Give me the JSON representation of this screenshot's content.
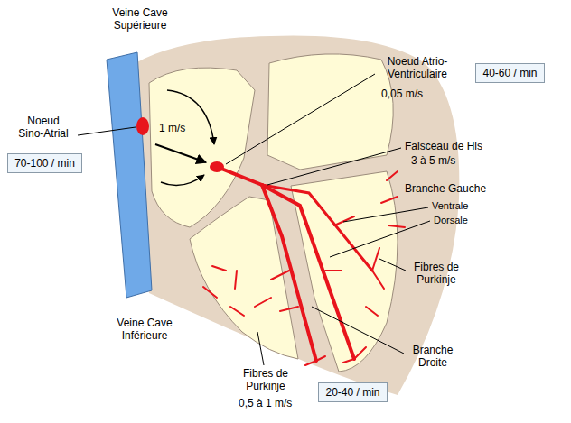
{
  "diagram": {
    "nodes": [
      {
        "text": [
          "70-100 / min"
        ]
      },
      {
        "text": [
          "40-60 / min"
        ]
      },
      {
        "text": [
          "20-40 / min"
        ]
      }
    ],
    "labels": [
      "Veine Cave Supérieure",
      "Noeud Sino-Atrial",
      "1 m/s",
      "Noeud Atrio- Ventriculaire",
      "0,05 m/s",
      "Faisceau de His",
      "3 à 5 m/s",
      "Branche Gauche",
      "Ventrale",
      "Dorsale",
      "Fibres de Purkinje",
      "Veine Cave Inférieure",
      "Branche Droite",
      "Fibres de Purkinje",
      "0,5 à 1 m/s"
    ]
  }
}
